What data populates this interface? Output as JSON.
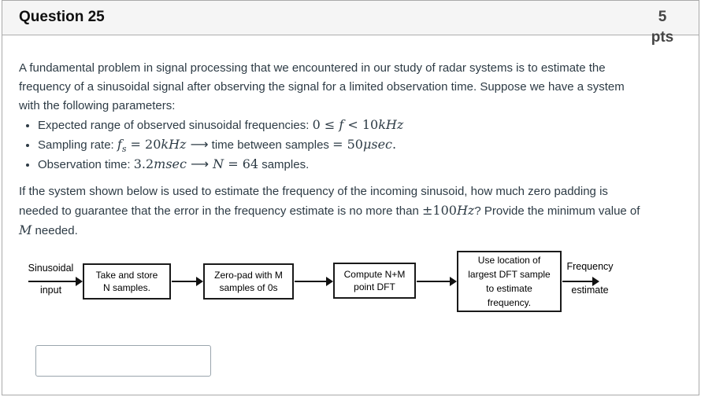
{
  "colors": {
    "header_bg": "#f5f5f5",
    "container_border": "#a9a9a9",
    "diagram_box_border": "#1a1a1a",
    "answer_box_border": "#9aa5ad",
    "body_text": "#2d3b45"
  },
  "header": {
    "title": "Question 25",
    "points_value": "5",
    "points_unit": "pts"
  },
  "question": {
    "paragraph1_lines": [
      [
        {
          "t": "A fundamental problem in signal processing that we encountered in our study of radar systems is to estimate the"
        }
      ],
      [
        {
          "t": "frequency of a sinusoidal signal after observing the signal for a limited observation time. Suppose we have a system"
        }
      ],
      [
        {
          "t": "with the following parameters:"
        }
      ]
    ],
    "bullets": [
      [
        {
          "t": "Expected range of observed sinusoidal frequencies: "
        },
        {
          "m": true,
          "t": "0 ≤ f < 10kHz"
        }
      ],
      [
        {
          "t": "Sampling rate: "
        },
        {
          "m": true,
          "t": "f_s = 20kHz ⟶"
        },
        {
          "t": " time between samples "
        },
        {
          "m": true,
          "t": "= 50μsec."
        }
      ],
      [
        {
          "t": "Observation time: "
        },
        {
          "m": true,
          "t": "3.2msec ⟶ N = 64"
        },
        {
          "t": " samples."
        }
      ]
    ],
    "paragraph2_lines": [
      [
        {
          "t": "If the system shown below is used to estimate the frequency of the incoming sinusoid, how much zero padding is"
        }
      ],
      [
        {
          "t": "needed to guarantee that the error in the frequency estimate is no more than "
        },
        {
          "m": true,
          "t": "±100Hz"
        },
        {
          "t": "? Provide the minimum value of"
        }
      ],
      [
        {
          "m": true,
          "t": "M"
        },
        {
          "t": " needed."
        }
      ]
    ]
  },
  "diagram": {
    "input_label_lines": [
      "Sinusoidal",
      "input"
    ],
    "boxes": [
      {
        "lines": [
          "Take and store",
          "N samples."
        ]
      },
      {
        "lines": [
          "Zero-pad with M",
          "samples of 0s"
        ]
      },
      {
        "lines": [
          "Compute N+M",
          "point DFT"
        ]
      },
      {
        "lines": [
          "Use location of",
          "largest DFT sample",
          "to estimate",
          "frequency."
        ]
      }
    ],
    "output_label_lines": [
      "Frequency",
      "estimate"
    ]
  },
  "answer": {
    "value": ""
  }
}
